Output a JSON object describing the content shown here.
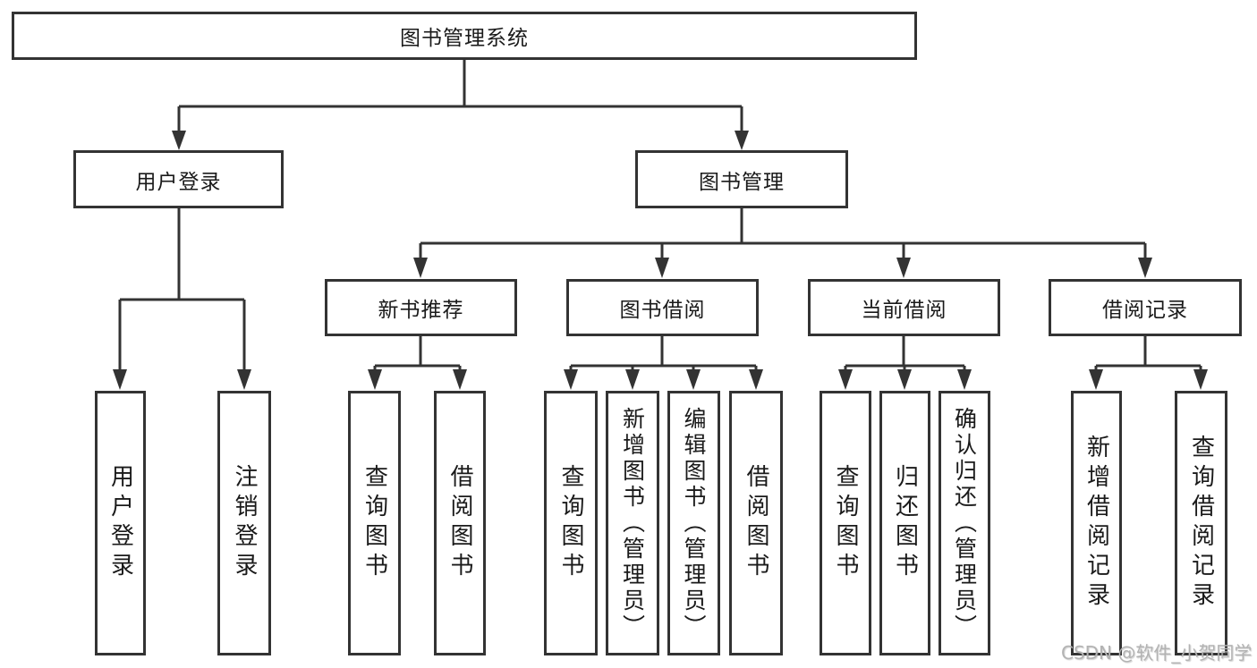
{
  "colors": {
    "line": "#333333",
    "text": "#1a1a1a",
    "watermark": "#b3b3b3",
    "background": "#ffffff"
  },
  "watermark": "CSDN @软件_小贺同学",
  "tree": {
    "root": "图书管理系统",
    "children": [
      {
        "label": "用户登录",
        "children": [
          "用户登录",
          "注销登录"
        ]
      },
      {
        "label": "图书管理",
        "children": [
          {
            "label": "新书推荐",
            "children": [
              "查询图书",
              "借阅图书"
            ]
          },
          {
            "label": "图书借阅",
            "children": [
              "查询图书",
              "新增图书（管理员）",
              "编辑图书（管理员）",
              "借阅图书"
            ]
          },
          {
            "label": "当前借阅",
            "children": [
              "查询图书",
              "归还图书",
              "确认归还（管理员）"
            ]
          },
          {
            "label": "借阅记录",
            "children": [
              "新增借阅记录",
              "查询借阅记录"
            ]
          }
        ]
      }
    ]
  }
}
